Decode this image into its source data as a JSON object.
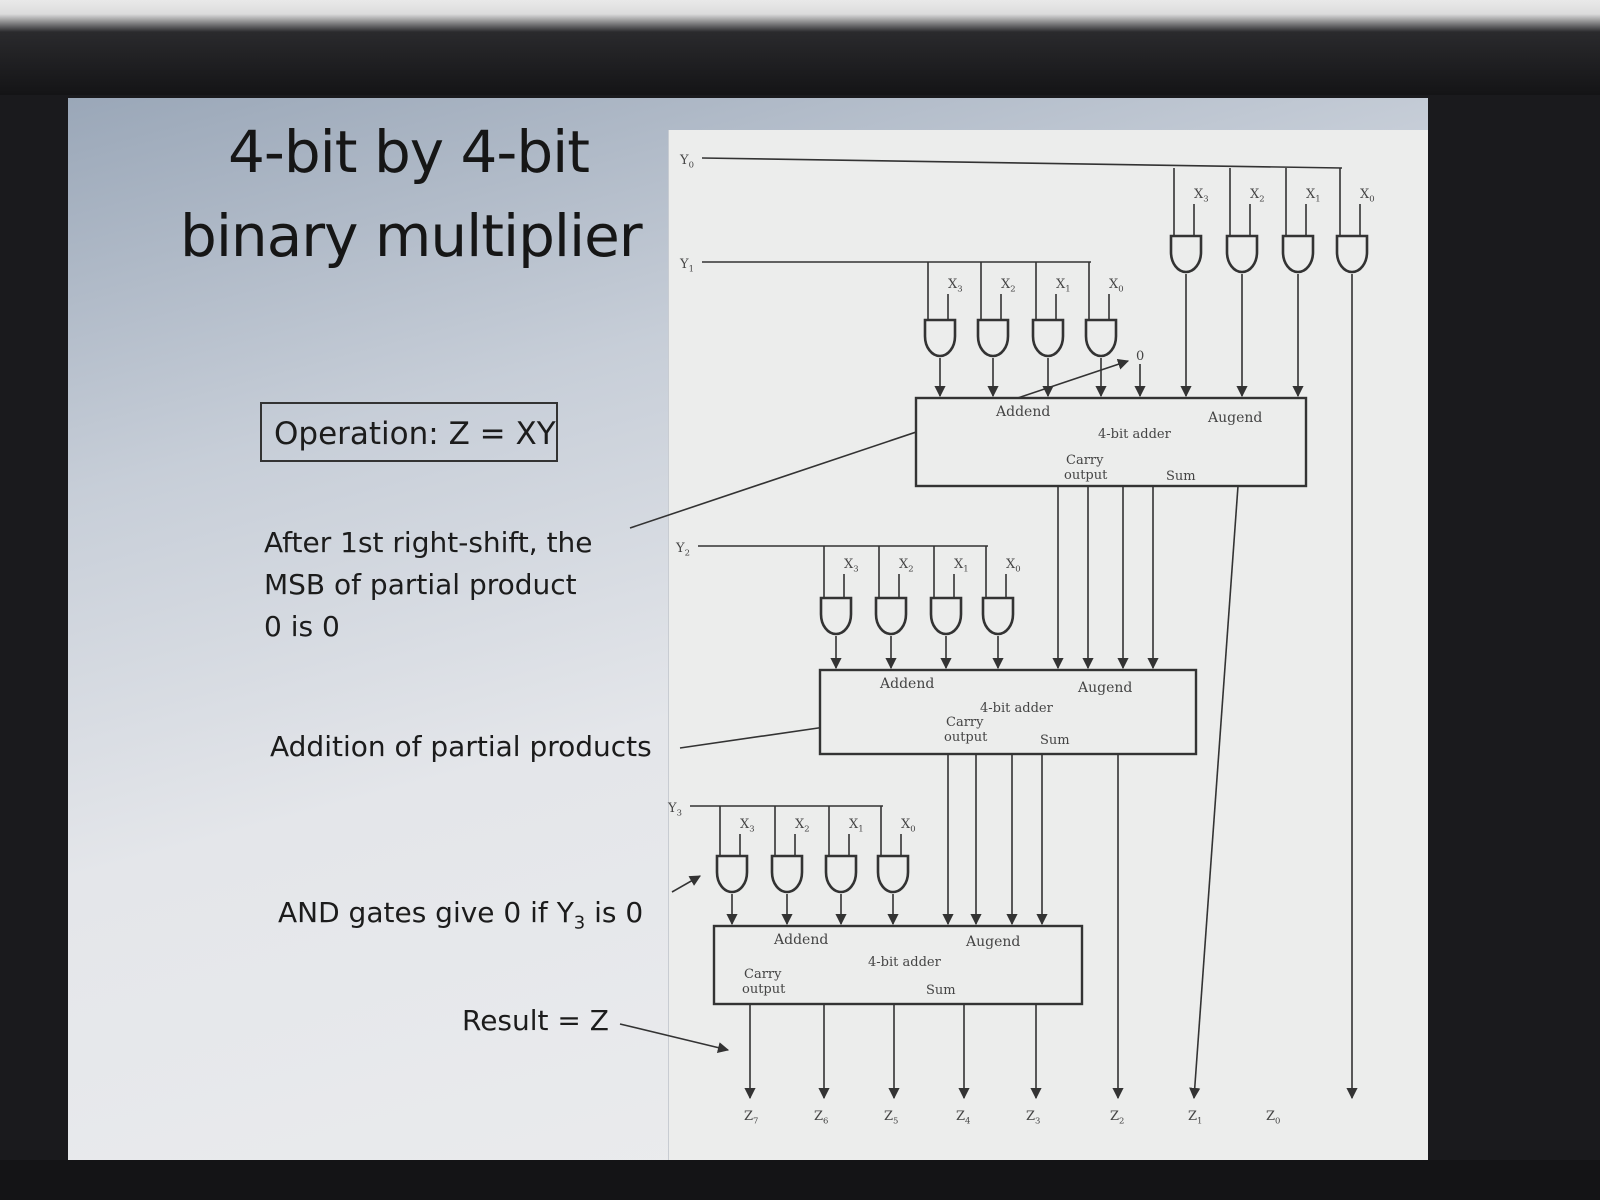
{
  "slide": {
    "title_line1": "4-bit by 4-bit",
    "title_line2": "binary multiplier",
    "operation": "Operation: Z = XY",
    "note_shift": [
      "After 1st right-shift, the",
      "MSB of partial product",
      "0 is 0"
    ],
    "note_addition": "Addition of partial products",
    "note_and_prefix": "AND gates give 0 if Y",
    "note_and_sub": "3",
    "note_and_suffix": " is 0",
    "note_result": "Result = Z"
  },
  "figure": {
    "y_inputs": [
      "Y0",
      "Y1",
      "Y2",
      "Y3"
    ],
    "x_inputs": [
      "X3",
      "X2",
      "X1",
      "X0"
    ],
    "zero_input": "0",
    "adder_title": "4-bit adder",
    "addend_label": "Addend",
    "augend_label": "Augend",
    "carry_label_1": "Carry",
    "carry_label_2": "output",
    "sum_label": "Sum",
    "outputs": [
      "Z7",
      "Z6",
      "Z5",
      "Z4",
      "Z3",
      "Z2",
      "Z1",
      "Z0"
    ]
  },
  "colors": {
    "slide_gradient_dark": "#9aa7b8",
    "figure_bg": "#ecedec",
    "wire": "#333333",
    "text": "#1c1c1c"
  }
}
